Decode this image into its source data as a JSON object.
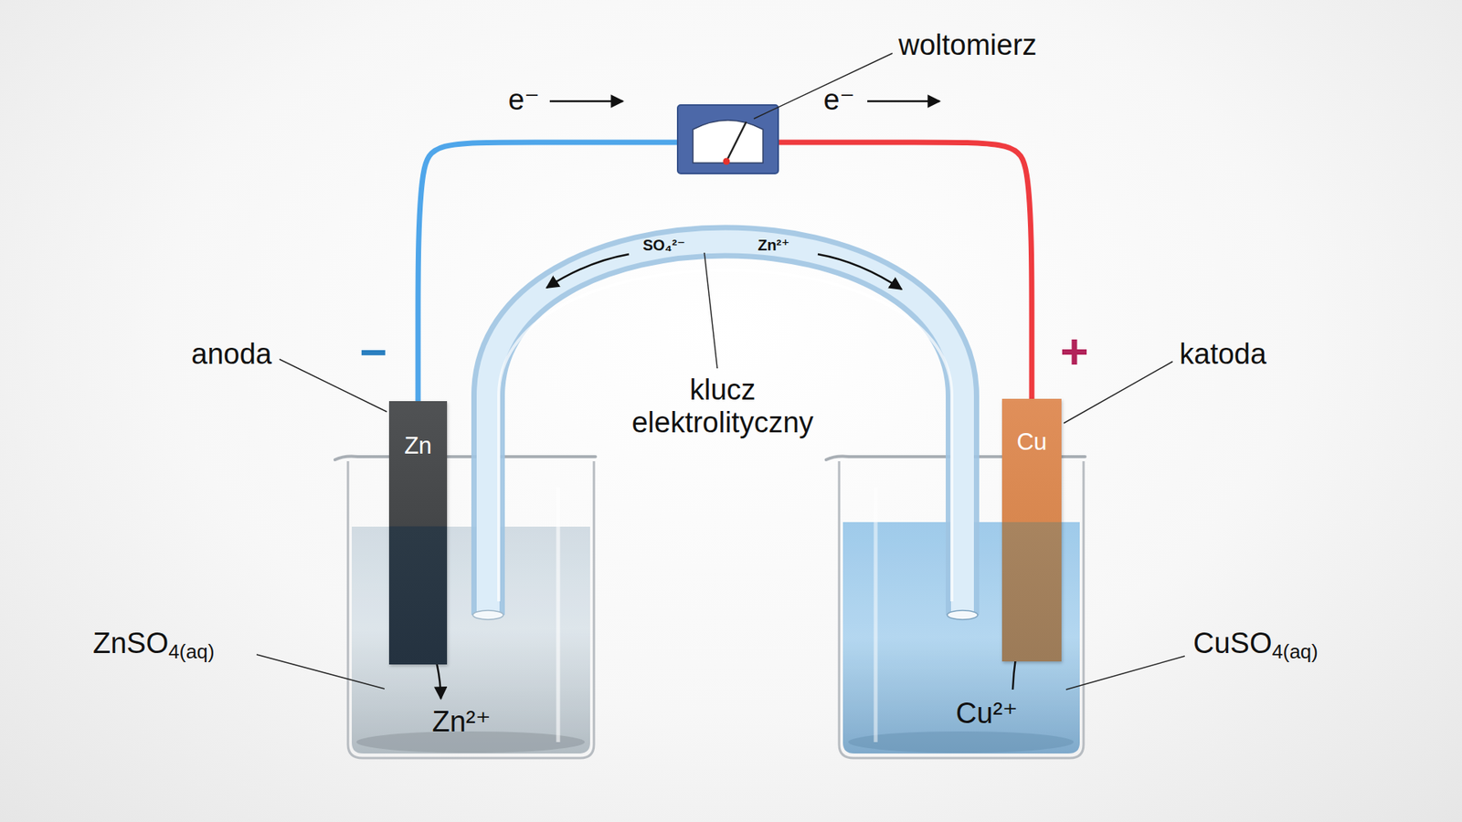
{
  "diagram": {
    "nodes": [
      {
        "text": [
          "Zn"
        ]
      },
      {
        "text": [
          "Cu"
        ]
      }
    ],
    "edges": [
      {
        "from": 0,
        "to": 1,
        "arrow": "none"
      }
    ],
    "labels": [
      "woltomierz",
      "e⁻",
      "e⁻",
      "anoda",
      "−",
      "+",
      "katoda",
      "klucz elektrolityczny",
      "SO₄²⁻",
      "Zn²⁺",
      "ZnSO4(aq)",
      "CuSO4(aq)",
      "Zn²⁺",
      "Cu²⁺"
    ]
  }
}
